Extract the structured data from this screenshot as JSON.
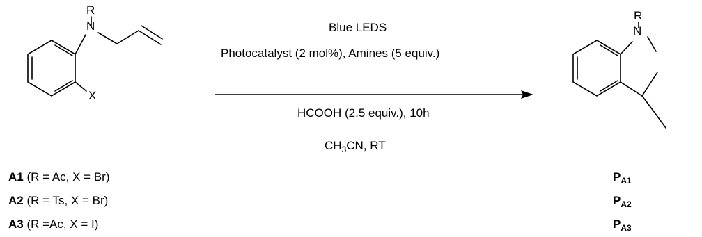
{
  "reactant": {
    "atom_r": "R",
    "atom_n": "N",
    "atom_x": "X"
  },
  "product": {
    "atom_r": "R",
    "atom_n": "N"
  },
  "conditions": {
    "line1": "Blue LEDS",
    "line2": "Photocatalyst (2 mol%), Amines (5 equiv.)",
    "line3": "HCOOH (2.5 equiv.),  10h",
    "line4_a": "CH",
    "line4_sub": "3",
    "line4_b": "CN, RT"
  },
  "substrates": [
    {
      "label": "A1",
      "detail": " (R = Ac, X = Br)"
    },
    {
      "label": "A2",
      "detail": " (R = Ts, X = Br)"
    },
    {
      "label": "A3",
      "detail": " (R =Ac, X = I)"
    }
  ],
  "products": [
    {
      "label": "P",
      "sub": "A1"
    },
    {
      "label": "P",
      "sub": "A2"
    },
    {
      "label": "P",
      "sub": "A3"
    }
  ]
}
